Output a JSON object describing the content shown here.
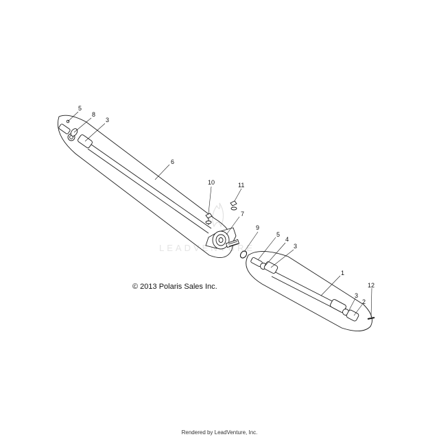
{
  "copyright": "© 2013 Polaris Sales Inc.",
  "footer": "Rendered by LeadVenture, Inc.",
  "watermark": "LEADVENTURE",
  "callouts": {
    "c5a": "5",
    "c8": "8",
    "c3a": "3",
    "c6": "6",
    "c10": "10",
    "c11": "11",
    "c7": "7",
    "c9": "9",
    "c5b": "5",
    "c4": "4",
    "c3b": "3",
    "c1": "1",
    "c12": "12",
    "c3c": "3",
    "c2": "2"
  },
  "colors": {
    "line": "#1a1a1a",
    "watermark": "#e4e4e4"
  }
}
